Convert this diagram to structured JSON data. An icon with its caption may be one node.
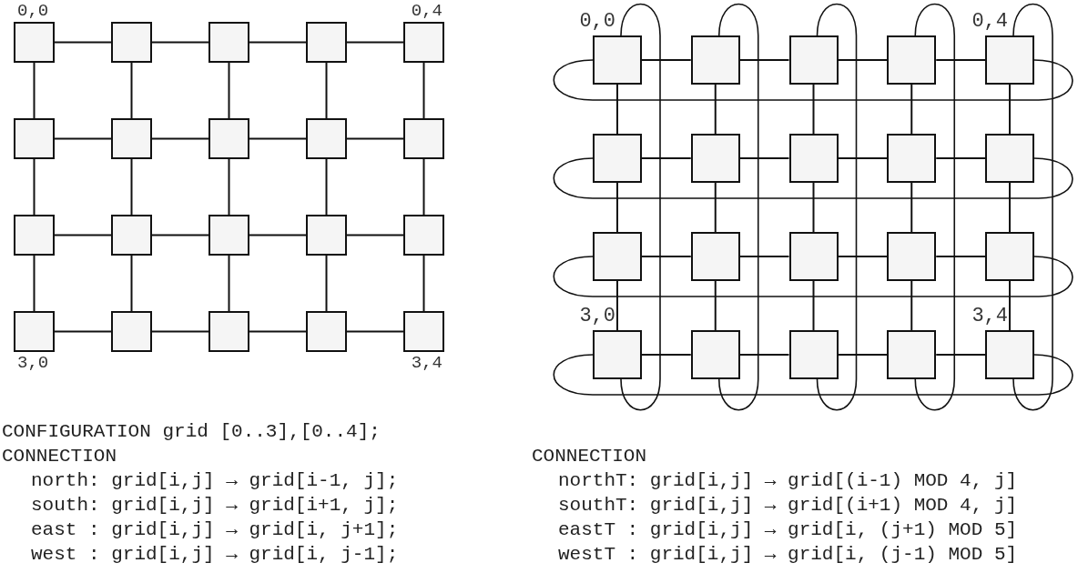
{
  "diagram": {
    "nodes": [
      {
        "text": [],
        "shape": "box",
        "beside": [
          "0,0"
        ]
      },
      {
        "text": [],
        "shape": "box"
      },
      {
        "text": [],
        "shape": "box"
      },
      {
        "text": [],
        "shape": "box"
      },
      {
        "text": [],
        "shape": "box",
        "beside": [
          "0,4"
        ]
      },
      {
        "text": [],
        "shape": "box"
      },
      {
        "text": [],
        "shape": "box"
      },
      {
        "text": [],
        "shape": "box"
      },
      {
        "text": [],
        "shape": "box"
      },
      {
        "text": [],
        "shape": "box"
      },
      {
        "text": [],
        "shape": "box"
      },
      {
        "text": [],
        "shape": "box"
      },
      {
        "text": [],
        "shape": "box"
      },
      {
        "text": [],
        "shape": "box"
      },
      {
        "text": [],
        "shape": "box"
      },
      {
        "text": [],
        "shape": "box",
        "beside": [
          "3,0"
        ]
      },
      {
        "text": [],
        "shape": "box"
      },
      {
        "text": [],
        "shape": "box"
      },
      {
        "text": [],
        "shape": "box"
      },
      {
        "text": [],
        "shape": "box",
        "beside": [
          "3,4"
        ]
      },
      {
        "text": [],
        "shape": "box",
        "beside": [
          "0,0"
        ]
      },
      {
        "text": [],
        "shape": "box"
      },
      {
        "text": [],
        "shape": "box"
      },
      {
        "text": [],
        "shape": "box"
      },
      {
        "text": [],
        "shape": "box",
        "beside": [
          "0,4"
        ]
      },
      {
        "text": [],
        "shape": "box"
      },
      {
        "text": [],
        "shape": "box"
      },
      {
        "text": [],
        "shape": "box"
      },
      {
        "text": [],
        "shape": "box"
      },
      {
        "text": [],
        "shape": "box"
      },
      {
        "text": [],
        "shape": "box"
      },
      {
        "text": [],
        "shape": "box"
      },
      {
        "text": [],
        "shape": "box"
      },
      {
        "text": [],
        "shape": "box"
      },
      {
        "text": [],
        "shape": "box"
      },
      {
        "text": [],
        "shape": "box",
        "beside": [
          "3,0"
        ]
      },
      {
        "text": [],
        "shape": "box"
      },
      {
        "text": [],
        "shape": "box"
      },
      {
        "text": [],
        "shape": "box"
      },
      {
        "text": [],
        "shape": "box",
        "beside": [
          "3,4"
        ]
      }
    ],
    "edges": [
      {
        "from": 0,
        "to": 1,
        "arrow": "none"
      },
      {
        "from": 1,
        "to": 2,
        "arrow": "none"
      },
      {
        "from": 2,
        "to": 3,
        "arrow": "none"
      },
      {
        "from": 3,
        "to": 4,
        "arrow": "none"
      },
      {
        "from": 5,
        "to": 6,
        "arrow": "none"
      },
      {
        "from": 6,
        "to": 7,
        "arrow": "none"
      },
      {
        "from": 7,
        "to": 8,
        "arrow": "none"
      },
      {
        "from": 8,
        "to": 9,
        "arrow": "none"
      },
      {
        "from": 10,
        "to": 11,
        "arrow": "none"
      },
      {
        "from": 11,
        "to": 12,
        "arrow": "none"
      },
      {
        "from": 12,
        "to": 13,
        "arrow": "none"
      },
      {
        "from": 13,
        "to": 14,
        "arrow": "none"
      },
      {
        "from": 15,
        "to": 16,
        "arrow": "none"
      },
      {
        "from": 16,
        "to": 17,
        "arrow": "none"
      },
      {
        "from": 17,
        "to": 18,
        "arrow": "none"
      },
      {
        "from": 18,
        "to": 19,
        "arrow": "none"
      },
      {
        "from": 0,
        "to": 5,
        "arrow": "none"
      },
      {
        "from": 1,
        "to": 6,
        "arrow": "none"
      },
      {
        "from": 2,
        "to": 7,
        "arrow": "none"
      },
      {
        "from": 3,
        "to": 8,
        "arrow": "none"
      },
      {
        "from": 4,
        "to": 9,
        "arrow": "none"
      },
      {
        "from": 5,
        "to": 10,
        "arrow": "none"
      },
      {
        "from": 6,
        "to": 11,
        "arrow": "none"
      },
      {
        "from": 7,
        "to": 12,
        "arrow": "none"
      },
      {
        "from": 8,
        "to": 13,
        "arrow": "none"
      },
      {
        "from": 9,
        "to": 14,
        "arrow": "none"
      },
      {
        "from": 10,
        "to": 15,
        "arrow": "none"
      },
      {
        "from": 11,
        "to": 16,
        "arrow": "none"
      },
      {
        "from": 12,
        "to": 17,
        "arrow": "none"
      },
      {
        "from": 13,
        "to": 18,
        "arrow": "none"
      },
      {
        "from": 14,
        "to": 19,
        "arrow": "none"
      },
      {
        "from": 20,
        "to": 21,
        "arrow": "none"
      },
      {
        "from": 21,
        "to": 22,
        "arrow": "none"
      },
      {
        "from": 22,
        "to": 23,
        "arrow": "none"
      },
      {
        "from": 23,
        "to": 24,
        "arrow": "none"
      },
      {
        "from": 25,
        "to": 26,
        "arrow": "none"
      },
      {
        "from": 26,
        "to": 27,
        "arrow": "none"
      },
      {
        "from": 27,
        "to": 28,
        "arrow": "none"
      },
      {
        "from": 28,
        "to": 29,
        "arrow": "none"
      },
      {
        "from": 30,
        "to": 31,
        "arrow": "none"
      },
      {
        "from": 31,
        "to": 32,
        "arrow": "none"
      },
      {
        "from": 32,
        "to": 33,
        "arrow": "none"
      },
      {
        "from": 33,
        "to": 34,
        "arrow": "none"
      },
      {
        "from": 35,
        "to": 36,
        "arrow": "none"
      },
      {
        "from": 36,
        "to": 37,
        "arrow": "none"
      },
      {
        "from": 37,
        "to": 38,
        "arrow": "none"
      },
      {
        "from": 38,
        "to": 39,
        "arrow": "none"
      },
      {
        "from": 20,
        "to": 25,
        "arrow": "none"
      },
      {
        "from": 21,
        "to": 26,
        "arrow": "none"
      },
      {
        "from": 22,
        "to": 27,
        "arrow": "none"
      },
      {
        "from": 23,
        "to": 28,
        "arrow": "none"
      },
      {
        "from": 24,
        "to": 29,
        "arrow": "none"
      },
      {
        "from": 25,
        "to": 30,
        "arrow": "none"
      },
      {
        "from": 26,
        "to": 31,
        "arrow": "none"
      },
      {
        "from": 27,
        "to": 32,
        "arrow": "none"
      },
      {
        "from": 28,
        "to": 33,
        "arrow": "none"
      },
      {
        "from": 29,
        "to": 34,
        "arrow": "none"
      },
      {
        "from": 30,
        "to": 35,
        "arrow": "none"
      },
      {
        "from": 31,
        "to": 36,
        "arrow": "none"
      },
      {
        "from": 32,
        "to": 37,
        "arrow": "none"
      },
      {
        "from": 33,
        "to": 38,
        "arrow": "none"
      },
      {
        "from": 34,
        "to": 39,
        "arrow": "none"
      },
      {
        "from": 20,
        "to": 24,
        "arrow": "none"
      },
      {
        "from": 25,
        "to": 29,
        "arrow": "none"
      },
      {
        "from": 30,
        "to": 34,
        "arrow": "none"
      },
      {
        "from": 35,
        "to": 39,
        "arrow": "none"
      },
      {
        "from": 20,
        "to": 35,
        "arrow": "none"
      },
      {
        "from": 21,
        "to": 36,
        "arrow": "none"
      },
      {
        "from": 22,
        "to": 37,
        "arrow": "none"
      },
      {
        "from": 23,
        "to": 38,
        "arrow": "none"
      },
      {
        "from": 24,
        "to": 39,
        "arrow": "none"
      }
    ],
    "labels": [
      "CONFIGURATION grid [0..3],[0..4];",
      "CONNECTION",
      "CONNECTION",
      "north: grid[i,j] → grid[i-1, j];",
      "northT: grid[i,j] → grid[(i-1) MOD 4, j]",
      "south: grid[i,j] → grid[i+1, j];",
      "southT: grid[i,j] → grid[(i+1) MOD 4, j]",
      "east : grid[i,j] → grid[i, j+1];",
      "eastT : grid[i,j] → grid[i, (j+1) MOD 5]",
      "west : grid[i,j] → grid[i, j-1];",
      "westT : grid[i,j] → grid[i, (j-1) MOD 5]"
    ]
  }
}
